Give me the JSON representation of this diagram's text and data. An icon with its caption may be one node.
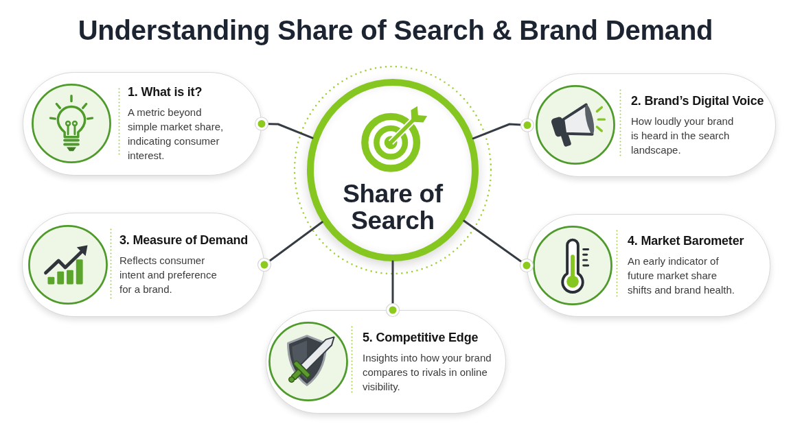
{
  "diagram": {
    "title": "Understanding Share of Search & Brand Demand",
    "nodes": [
      {
        "text": [
          "Share of Search"
        ]
      },
      {
        "text": [
          "1. What is it?",
          "A metric beyond simple market share, indicating consumer interest."
        ]
      },
      {
        "text": [
          "2. Brand’s Digital Voice",
          "How loudly your brand is heard in the search landscape."
        ]
      },
      {
        "text": [
          "3. Measure of Demand",
          "Reflects consumer intent and preference for a brand."
        ]
      },
      {
        "text": [
          "4. Market Barometer",
          "An early indicator of future market share shifts and brand health."
        ]
      },
      {
        "text": [
          "5. Competitive Edge",
          "Insights into how your brand compares to rivals in online visibility."
        ]
      }
    ],
    "edges": [
      {
        "from": 0,
        "to": 1,
        "arrow": "other"
      },
      {
        "from": 0,
        "to": 2,
        "arrow": "other"
      },
      {
        "from": 0,
        "to": 3,
        "arrow": "other"
      },
      {
        "from": 0,
        "to": 4,
        "arrow": "other"
      },
      {
        "from": 0,
        "to": 5,
        "arrow": "other"
      }
    ]
  }
}
